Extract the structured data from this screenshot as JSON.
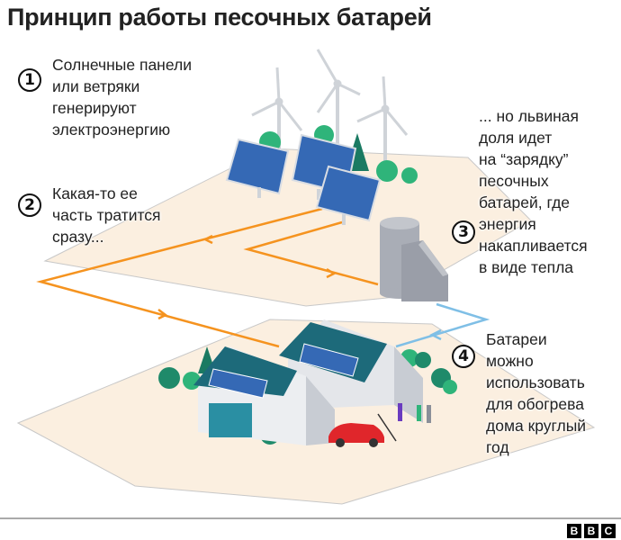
{
  "title": "Принцип работы песочных батарей",
  "steps": [
    {
      "number": "1",
      "text": "Солнечные панели\nили ветряки\nгенерируют\nэлектроэнергию"
    },
    {
      "number": "2",
      "text": "Какая-то ее\nчасть тратится\nсразу..."
    },
    {
      "number": "3",
      "text": "... но львиная\nдоля идет\nна “зарядку”\nпесочных\nбатарей, где\nэнергия\nнакапливается\nв виде тепла"
    },
    {
      "number": "4",
      "text": "Батареи\nможно\nиспользовать\nдля обогрева\nдома круглый\nгод"
    }
  ],
  "footer": {
    "logo_letters": [
      "B",
      "B",
      "C"
    ]
  },
  "colors": {
    "ground": "#fbefe0",
    "power_line": "#f5931f",
    "heat_line": "#7fbfe6",
    "roof": "#1d6a7a",
    "solar_panel": "#3569b5",
    "tree": "#1f8a6a",
    "car": "#e0262b",
    "battery": "#a9adb6"
  }
}
